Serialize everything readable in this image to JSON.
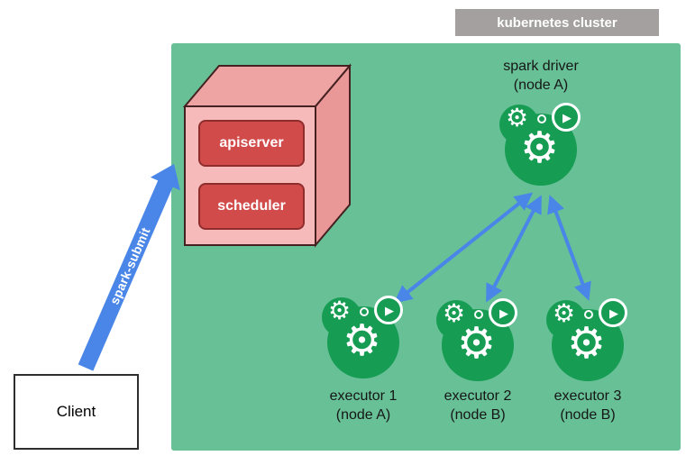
{
  "cluster": {
    "label": "kubernetes cluster"
  },
  "client": {
    "label": "Client"
  },
  "spark_submit": {
    "label": "spark-submit"
  },
  "control_plane": {
    "apiserver_label": "apiserver",
    "scheduler_label": "scheduler"
  },
  "driver": {
    "title": "spark driver",
    "node": "(node A)"
  },
  "executors": [
    {
      "title": "executor 1",
      "node": "(node A)"
    },
    {
      "title": "executor 2",
      "node": "(node B)"
    },
    {
      "title": "executor 3",
      "node": "(node B)"
    }
  ],
  "icons": {
    "gear": "⚙",
    "play": "▶"
  },
  "colors": {
    "cluster_bg": "#67c096",
    "pod_green": "#169c53",
    "control_red": "#d24b4b",
    "box_pink": "#f6baba",
    "arrow_blue": "#4a86e8",
    "label_gray": "#a5a0a0"
  }
}
